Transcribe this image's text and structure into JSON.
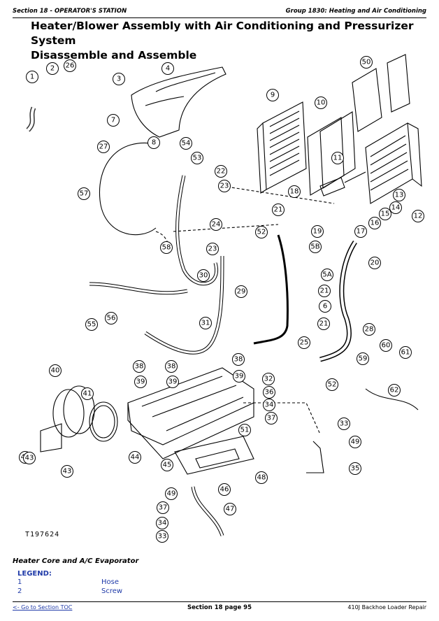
{
  "header": {
    "section": "Section 18 - OPERATOR'S STATION",
    "group": "Group 1830: Heating and Air Conditioning"
  },
  "title": {
    "line1": "Heater/Blower Assembly with Air Conditioning and Pressurizer System",
    "line2": "Disassemble and Assemble"
  },
  "figure": {
    "id": "T197624",
    "callouts": [
      "1",
      "2",
      "26",
      "3",
      "4",
      "50",
      "9",
      "10",
      "7",
      "27",
      "8",
      "54",
      "53",
      "22",
      "23",
      "11",
      "13",
      "14",
      "15",
      "16",
      "17",
      "12",
      "18",
      "21",
      "19",
      "57",
      "52",
      "24",
      "5B",
      "58",
      "23",
      "5A",
      "20",
      "30",
      "29",
      "21",
      "6",
      "21",
      "55",
      "56",
      "31",
      "25",
      "28",
      "60",
      "61",
      "59",
      "52",
      "62",
      "40",
      "38",
      "38",
      "38",
      "39",
      "39",
      "39",
      "32",
      "36",
      "34",
      "37",
      "33",
      "49",
      "35",
      "41",
      "51",
      "48",
      "46",
      "42",
      "43",
      "43",
      "44",
      "45",
      "49",
      "37",
      "34",
      "33",
      "47"
    ]
  },
  "caption": "Heater Core and A/C Evaporator",
  "legend": {
    "heading": "LEGEND:",
    "items": [
      {
        "num": "1",
        "desc": "Hose"
      },
      {
        "num": "2",
        "desc": "Screw"
      }
    ]
  },
  "footer": {
    "toc_link": "<- Go to Section TOC",
    "page": "Section 18 page 95",
    "doc": "410J Backhoe Loader Repair"
  }
}
